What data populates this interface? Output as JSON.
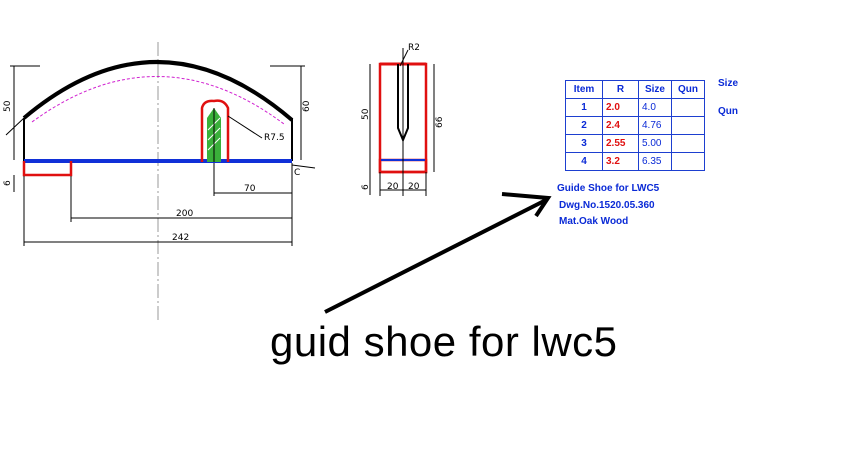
{
  "drawing": {
    "dims_front": {
      "left_height": "50",
      "right_height": "60",
      "radius": "R7.5",
      "bottom_offset": "6",
      "d70": "70",
      "d200": "200",
      "d242": "242",
      "c_mark": "C"
    },
    "dims_side": {
      "radius_top": "R2",
      "left_height": "50",
      "right_height": "66",
      "bottom_offset": "6",
      "w_left": "20",
      "w_right": "20"
    }
  },
  "table": {
    "headers": [
      "Item",
      "R",
      "Size",
      "Qun"
    ],
    "rows": [
      {
        "item": "1",
        "r": "2.0",
        "size": "4.0",
        "qun": ""
      },
      {
        "item": "2",
        "r": "2.4",
        "size": "4.76",
        "qun": ""
      },
      {
        "item": "3",
        "r": "2.55",
        "size": "5.00",
        "qun": ""
      },
      {
        "item": "4",
        "r": "3.2",
        "size": "6.35",
        "qun": ""
      }
    ],
    "side_labels": {
      "size": "Size",
      "qun": "Qun"
    }
  },
  "info": {
    "title": "Guide Shoe for LWC5",
    "dwg": "Dwg.No.1520.05.360",
    "mat": "Mat.Oak Wood"
  },
  "caption": "guid shoe for lwc5",
  "colors": {
    "blue": "#1030d8",
    "red": "#e01010",
    "green": "#3ab03a",
    "magenta": "#d020d0"
  }
}
